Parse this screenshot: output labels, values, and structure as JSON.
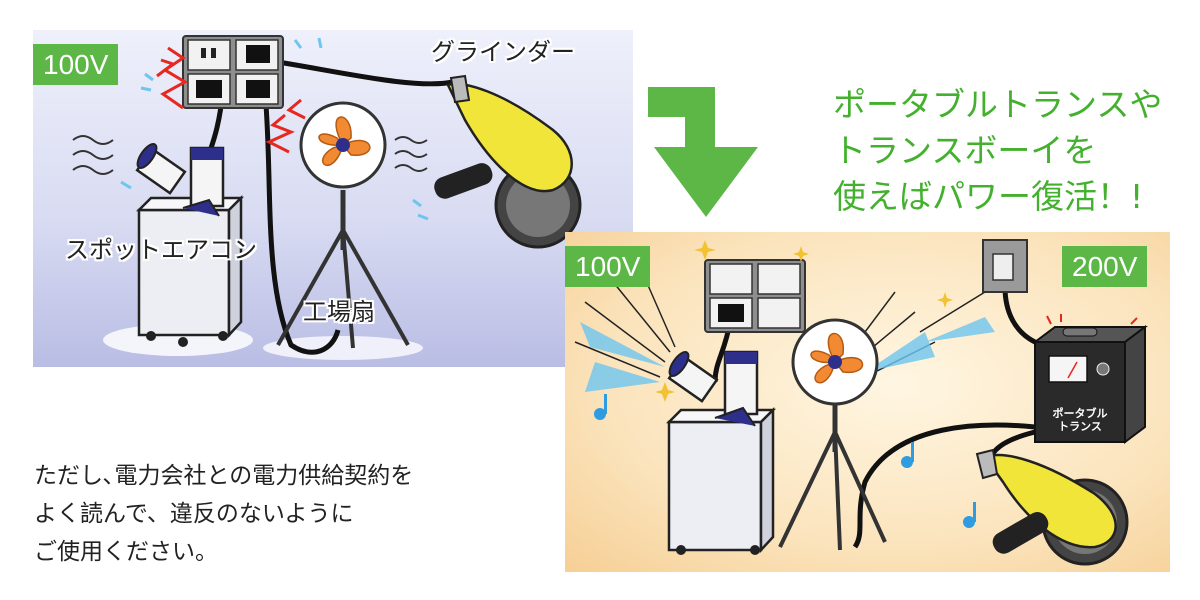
{
  "left_scene": {
    "voltage_badge": "100V",
    "labels": {
      "grinder": "グラインダー",
      "spot_aircon": "スポットエアコン",
      "factory_fan": "工場扇"
    }
  },
  "right_scene": {
    "voltage_badge_left": "100V",
    "voltage_badge_right": "200V",
    "transformer_label_line1": "ポータブル",
    "transformer_label_line2": "トランス"
  },
  "headline": {
    "line1": "ポータブルトランスや",
    "line2": "トランスボーイを",
    "line3": "使えばパワー復活！!"
  },
  "disclaimer": {
    "line1": "ただし､電力会社との電力供給契約を",
    "line2": "よく読んで、違反のないように",
    "line3": "ご使用ください。"
  },
  "colors": {
    "accent_green": "#5cb746",
    "headline_green": "#43b12e",
    "grinder_yellow": "#f2e53a",
    "fan_orange": "#f28a33",
    "spark_red": "#e8271f",
    "breeze_blue": "#6ec6f0"
  },
  "icons": [
    "outlet-icon",
    "spark-icon",
    "spot-aircon-icon",
    "factory-fan-icon",
    "grinder-icon",
    "transformer-icon",
    "music-note-icon",
    "down-arrow-icon",
    "wall-switch-icon"
  ]
}
